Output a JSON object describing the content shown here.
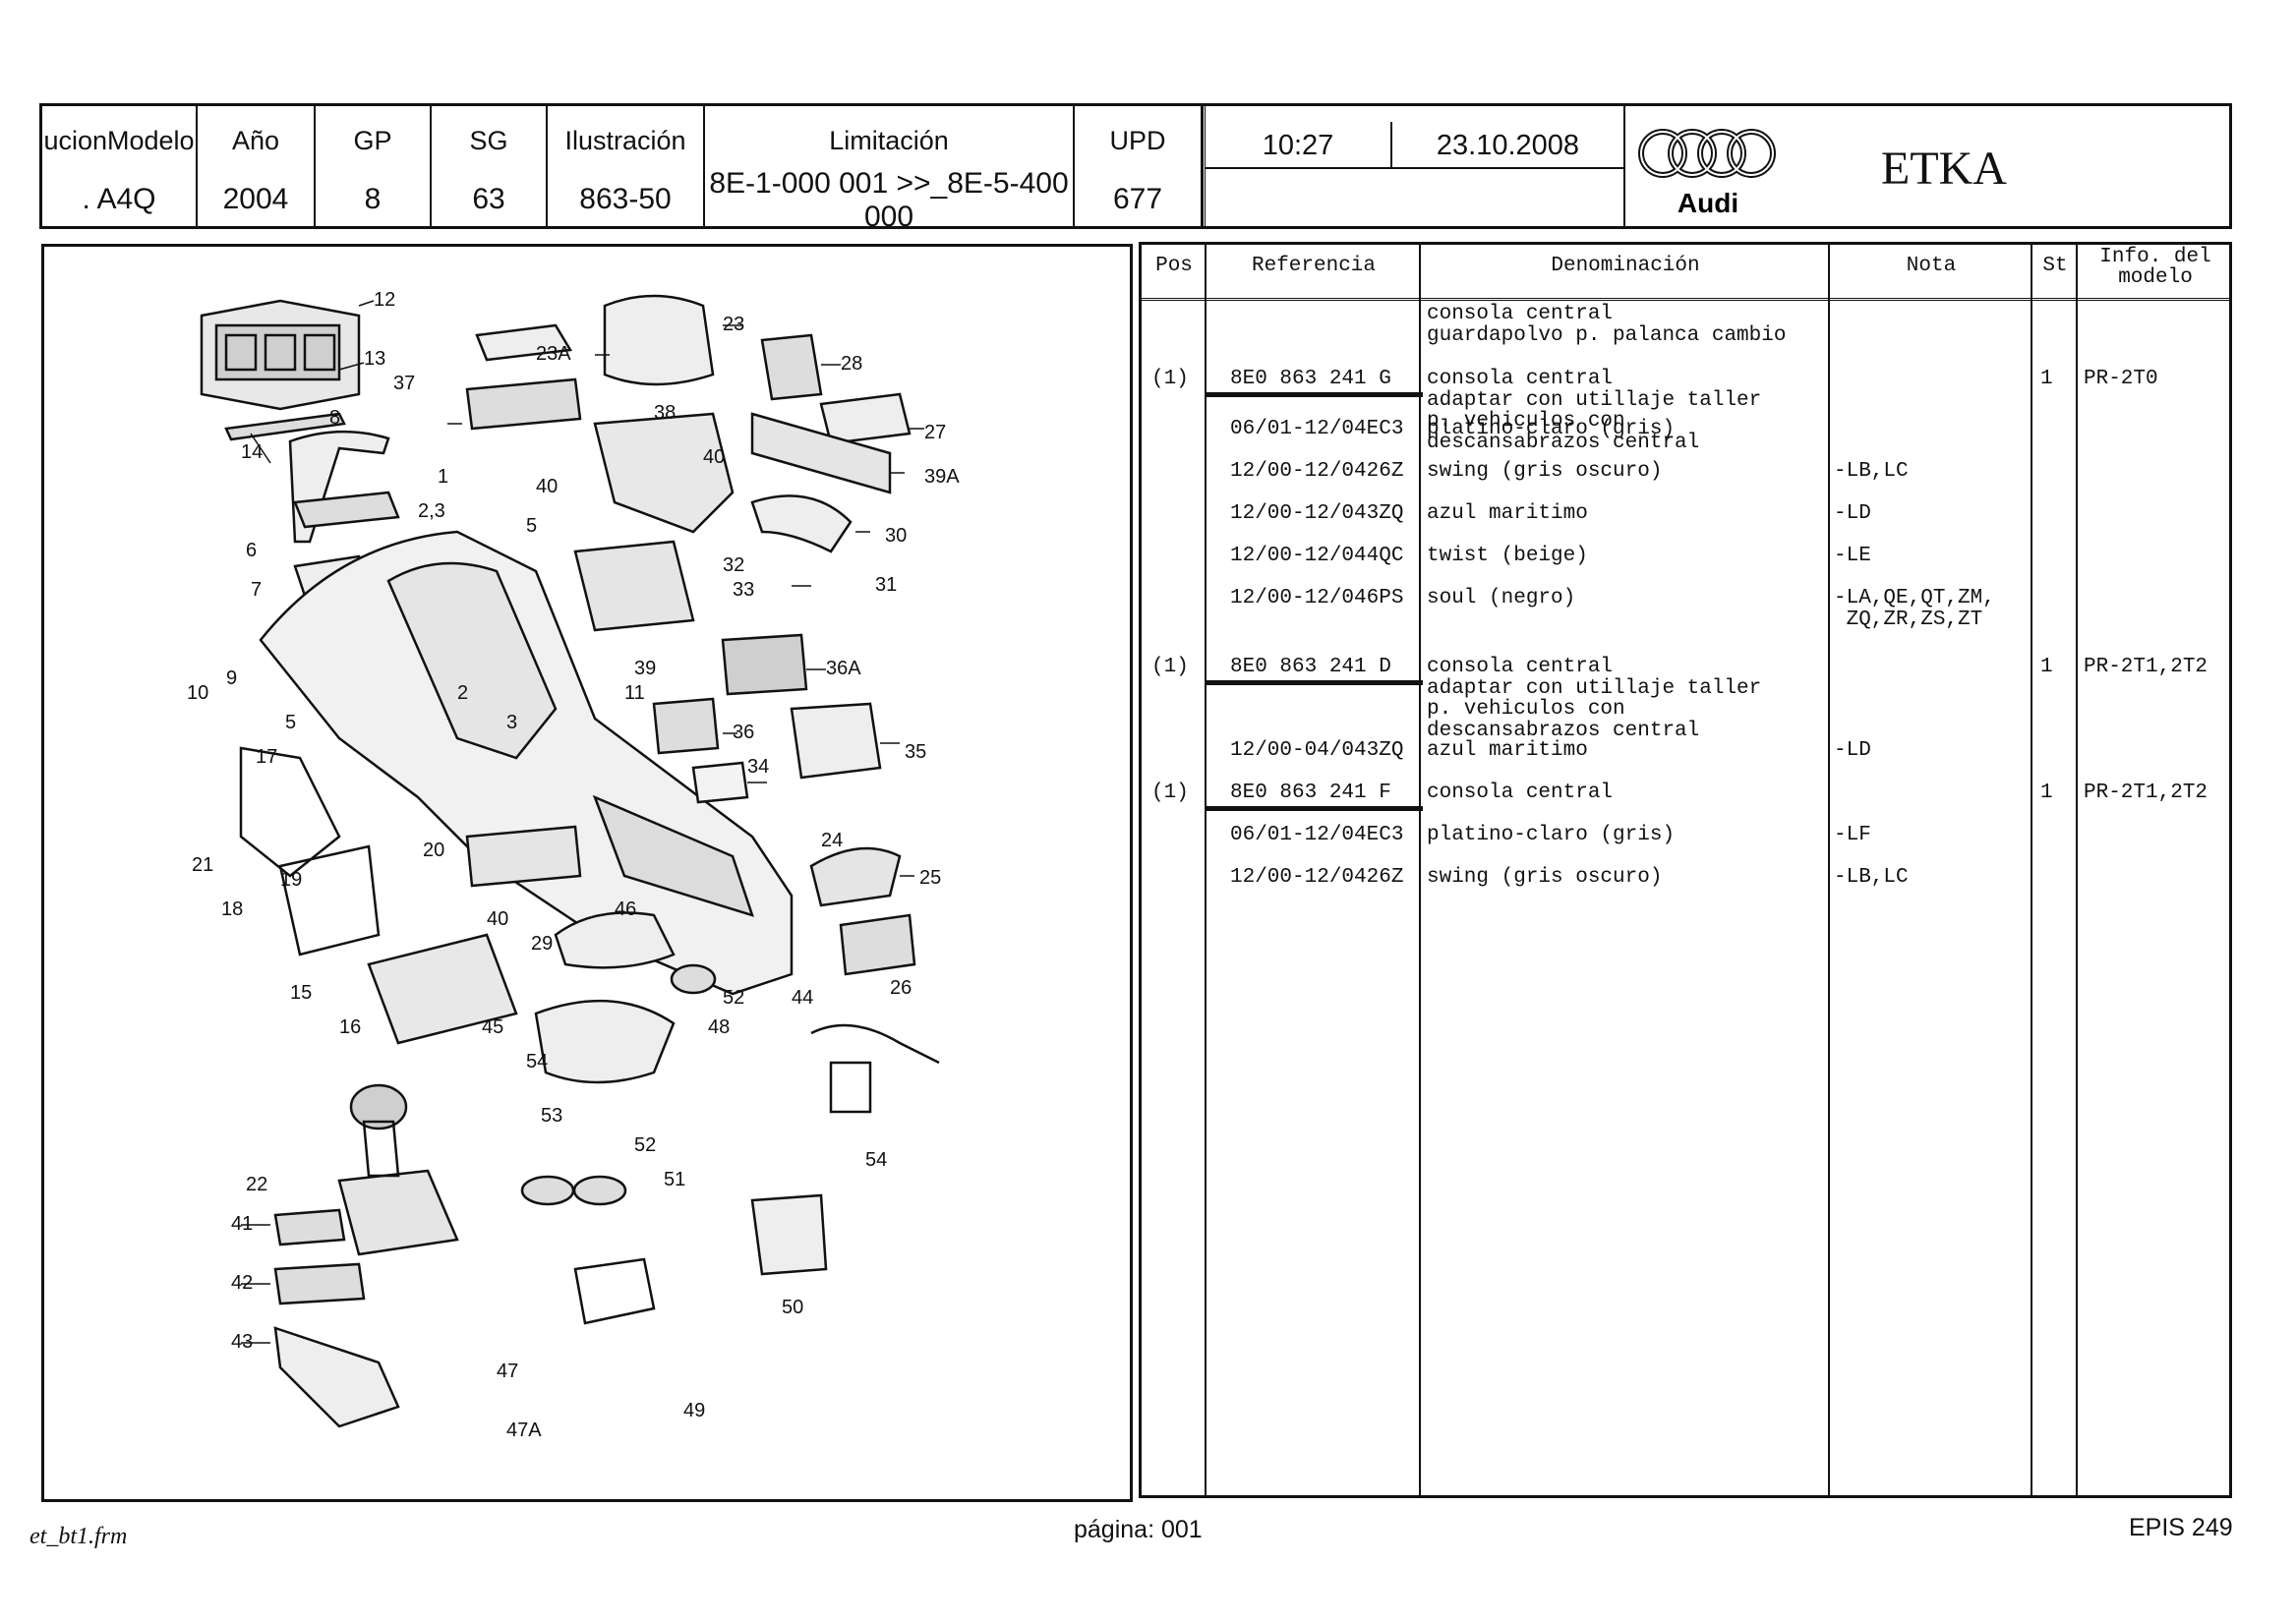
{
  "header": {
    "cols": [
      {
        "label": "ucionModelo",
        "value": ". A4Q"
      },
      {
        "label": "Año",
        "value": "2004"
      },
      {
        "label": "GP",
        "value": "8"
      },
      {
        "label": "SG",
        "value": "63"
      },
      {
        "label": "Ilustración",
        "value": "863-50"
      },
      {
        "label": "Limitación",
        "value": "8E-1-000 001 >>_8E-5-400 000"
      },
      {
        "label": "UPD",
        "value": "677"
      }
    ],
    "time": "10:27",
    "date": "23.10.2008",
    "brand": "Audi",
    "app": "ETKA"
  },
  "table": {
    "headers": [
      "Pos",
      "Referencia",
      "Denominación",
      "Nota",
      "St",
      "Info. del modelo"
    ],
    "rows": [
      {
        "pos": "",
        "ref": "",
        "den": "consola central\nguardapolvo p. palanca cambio",
        "nota": "",
        "st": "",
        "info": ""
      },
      {
        "pos": "(1)",
        "ref": "8E0 863 241 G",
        "den": "consola central\nadaptar con utillaje taller\np. vehiculos con\ndescansabrazos central",
        "nota": "",
        "st": "1",
        "info": "PR-2T0"
      },
      {
        "pos": "",
        "ref": "06/01-12/04EC3",
        "den": "platino-claro (gris)",
        "nota": "",
        "st": "",
        "info": ""
      },
      {
        "pos": "",
        "ref": "12/00-12/0426Z",
        "den": "swing (gris oscuro)",
        "nota": "-LB,LC",
        "st": "",
        "info": ""
      },
      {
        "pos": "",
        "ref": "12/00-12/043ZQ",
        "den": "azul maritimo",
        "nota": "-LD",
        "st": "",
        "info": ""
      },
      {
        "pos": "",
        "ref": "12/00-12/044QC",
        "den": "twist (beige)",
        "nota": "-LE",
        "st": "",
        "info": ""
      },
      {
        "pos": "",
        "ref": "12/00-12/046PS",
        "den": "soul (negro)",
        "nota": "-LA,QE,QT,ZM,\n ZQ,ZR,ZS,ZT",
        "st": "",
        "info": ""
      },
      {
        "pos": "(1)",
        "ref": "8E0 863 241 D",
        "den": "consola central\nadaptar con utillaje taller\np. vehiculos con\ndescansabrazos central",
        "nota": "",
        "st": "1",
        "info": "PR-2T1,2T2"
      },
      {
        "pos": "",
        "ref": "12/00-04/043ZQ",
        "den": "azul maritimo",
        "nota": "-LD",
        "st": "",
        "info": ""
      },
      {
        "pos": "(1)",
        "ref": "8E0 863 241 F",
        "den": "consola central",
        "nota": "",
        "st": "1",
        "info": "PR-2T1,2T2"
      },
      {
        "pos": "",
        "ref": "06/01-12/04EC3",
        "den": "platino-claro (gris)",
        "nota": "-LF",
        "st": "",
        "info": ""
      },
      {
        "pos": "",
        "ref": "12/00-12/0426Z",
        "den": "swing (gris oscuro)",
        "nota": "-LB,LC",
        "st": "",
        "info": ""
      }
    ]
  },
  "diagram": {
    "labels": [
      "12",
      "13",
      "8",
      "14",
      "37",
      "23A",
      "23",
      "28",
      "38",
      "27",
      "39A",
      "40",
      "40",
      "1",
      "2,3",
      "5",
      "6",
      "7",
      "30",
      "32",
      "31",
      "33",
      "39",
      "11",
      "36A",
      "9",
      "10",
      "2",
      "3",
      "5",
      "17",
      "36",
      "34",
      "35",
      "21",
      "20",
      "19",
      "24",
      "18",
      "40",
      "29",
      "46",
      "25",
      "26",
      "15",
      "16",
      "52",
      "44",
      "45",
      "54",
      "48",
      "53",
      "52",
      "51",
      "54",
      "22",
      "41",
      "42",
      "43",
      "47",
      "47A",
      "49",
      "50"
    ]
  },
  "footer": {
    "form": "et_bt1.frm",
    "page": "página: 001",
    "epis": "EPIS 249"
  }
}
